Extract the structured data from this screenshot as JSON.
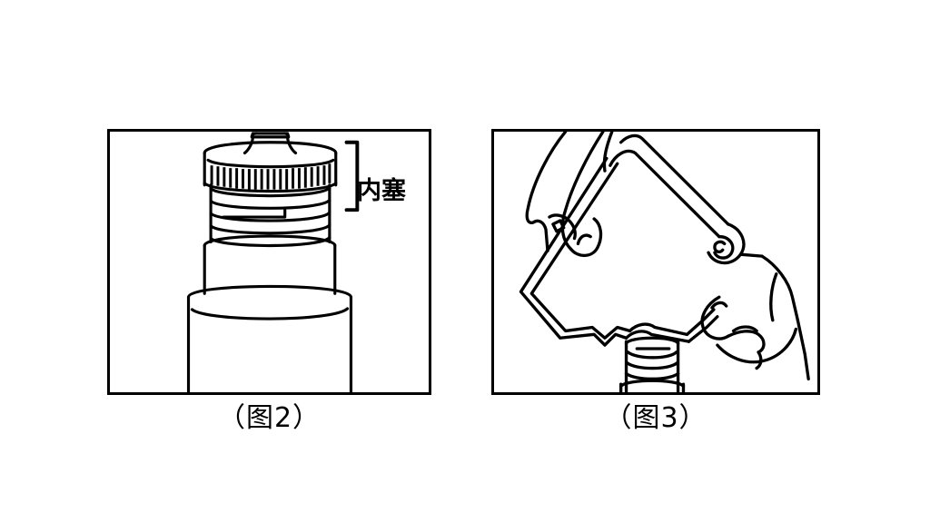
{
  "document": {
    "type": "instruction-illustration",
    "background_color": "#ffffff",
    "line_color": "#000000",
    "language": "zh"
  },
  "panels": [
    {
      "id": "panel-1",
      "caption": "（图2）",
      "subject": "bottle-cap-inner-plug",
      "annotations": [
        {
          "name": "inner-plug",
          "label": "内塞",
          "marker": "bracket"
        }
      ]
    },
    {
      "id": "panel-2",
      "caption": "（图3）",
      "subject": "hands-pouring-refill-pouch-into-bottle",
      "annotations": []
    }
  ],
  "icons": {
    "bracket": "right-bracket-marker"
  }
}
